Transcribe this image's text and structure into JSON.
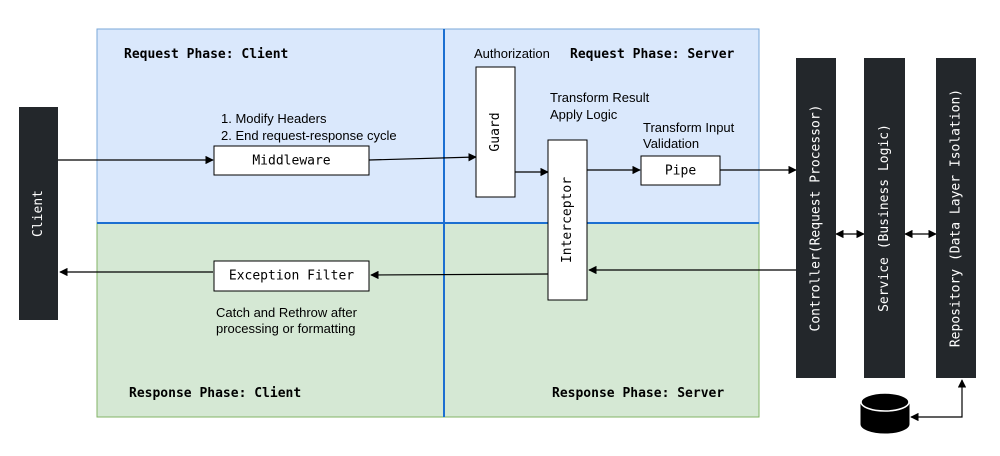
{
  "regions": {
    "request_client": "Request Phase: Client",
    "request_server": "Request Phase: Server",
    "response_client": "Response Phase: Client",
    "response_server": "Response Phase: Server"
  },
  "nodes": {
    "client": "Client",
    "middleware": "Middleware",
    "guard": "Guard",
    "interceptor": "Interceptor",
    "pipe": "Pipe",
    "exception_filter": "Exception Filter",
    "controller": "Controller(Request Processor)",
    "service": "Service (Business Logic)",
    "repository": "Repository (Data Layer Isolation)"
  },
  "annotations": {
    "middleware_note_1": "1. Modify Headers",
    "middleware_note_2": "2. End request-response cycle",
    "guard_note": "Authorization",
    "interceptor_note_1": "Transform Result",
    "interceptor_note_2": "Apply Logic",
    "pipe_note_1": "Transform Input",
    "pipe_note_2": "Validation",
    "filter_note_1": "Catch and Rethrow after",
    "filter_note_2": "processing or formatting"
  },
  "icons": {
    "database": "database-icon"
  },
  "colors": {
    "request_bg": "#dae8fc",
    "response_bg": "#d5e8d4",
    "divider": "#1c6fd1",
    "dark_box": "#23272b"
  }
}
